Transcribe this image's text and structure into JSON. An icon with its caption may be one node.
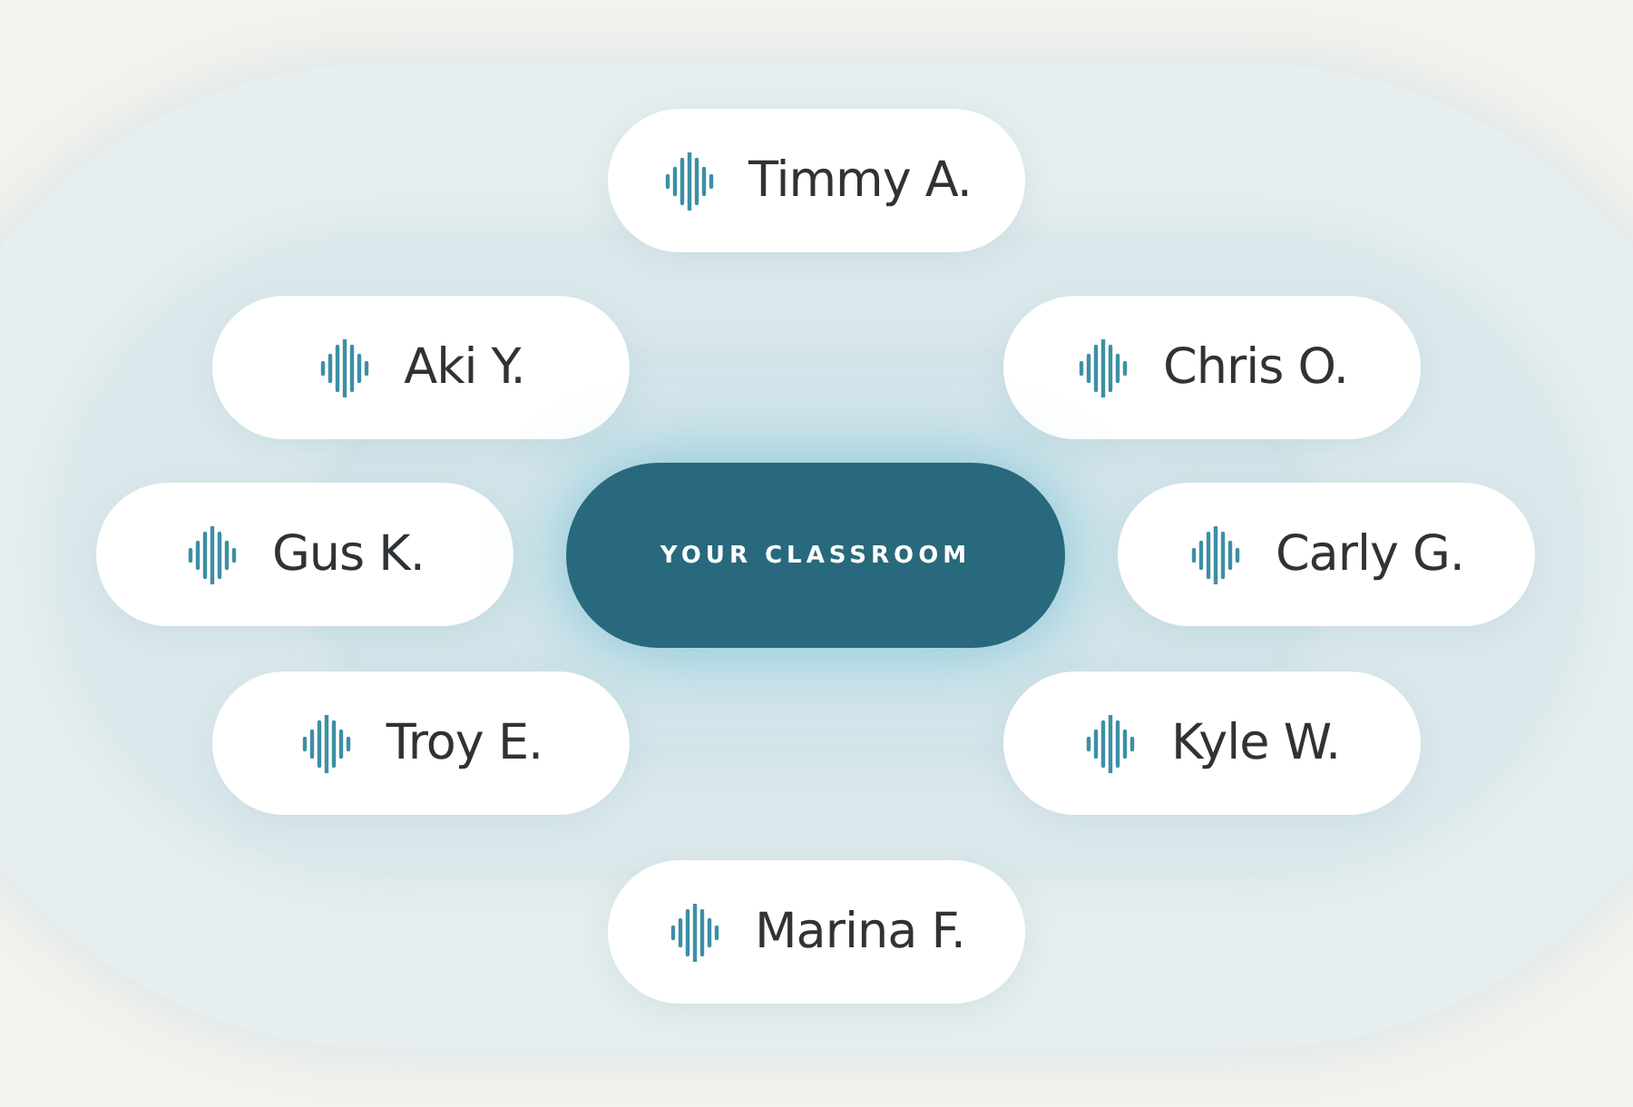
{
  "diagram": {
    "nodes": [
      {
        "text": [
          "Timmy A."
        ]
      },
      {
        "text": [
          "Aki Y."
        ]
      },
      {
        "text": [
          "Chris O."
        ]
      },
      {
        "text": [
          "Gus K."
        ]
      },
      {
        "text": [
          "YOUR CLASSROOM"
        ]
      },
      {
        "text": [
          "Carly G."
        ]
      },
      {
        "text": [
          "Troy E."
        ]
      },
      {
        "text": [
          "Kyle W."
        ]
      },
      {
        "text": [
          "Marina F."
        ]
      }
    ]
  }
}
